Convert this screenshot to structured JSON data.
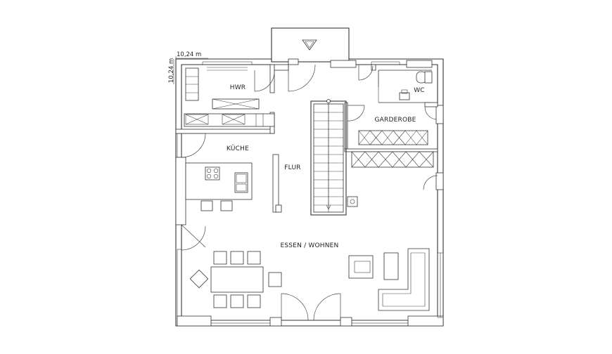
{
  "dimensions": {
    "width_label": "10,24 m",
    "height_label": "10,24 m"
  },
  "rooms": {
    "hwr": "HWR",
    "wc": "WC",
    "garderobe": "GARDEROBE",
    "kueche": "KÜCHE",
    "flur": "FLUR",
    "essen_wohnen": "ESSEN / WOHNEN"
  }
}
